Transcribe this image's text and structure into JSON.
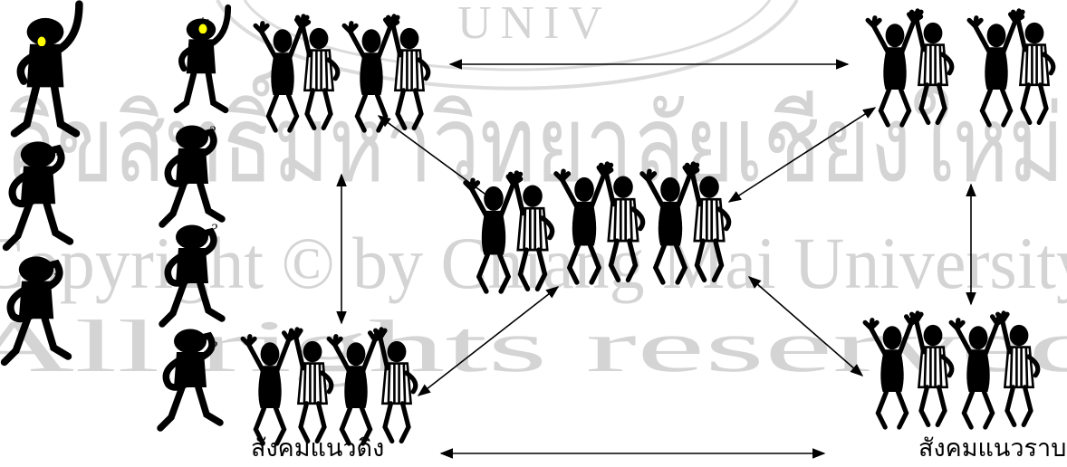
{
  "watermark": {
    "top": "UNIV",
    "thai": "ลิขสิทธิ์มหาวิทยาลัยเชียงใหม่",
    "copyright": "Copyright © by Chiang Mai University",
    "rights": "All rights reserved"
  },
  "labels": {
    "vertical_society": "สังคมแนวดิ่ง",
    "horizontal_society": "สังคมแนวราบ"
  },
  "colors": {
    "figure": "#000000",
    "bulb": "#ffff00",
    "watermark": "#d4d4d4"
  },
  "icons": [
    "thinking-figure-icon",
    "lightbulb-icon",
    "question-mark-icon",
    "cheering-figure-icon",
    "striped-cheering-figure-icon",
    "double-arrow-icon"
  ]
}
